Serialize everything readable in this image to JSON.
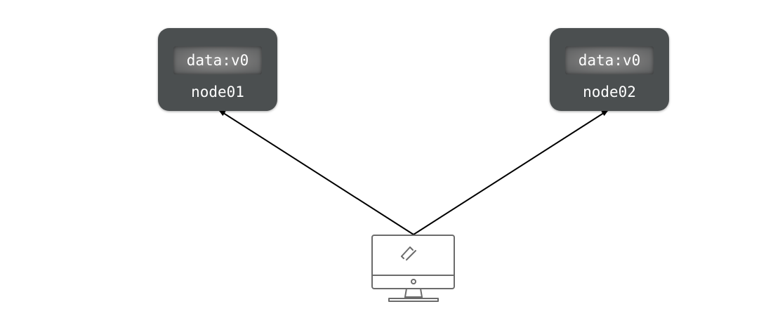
{
  "nodes": [
    {
      "name": "node01",
      "data": "data:v0"
    },
    {
      "name": "node02",
      "data": "data:v0"
    }
  ],
  "client": {
    "icon": "desktop-computer-icon"
  },
  "colors": {
    "node_fill": "#4b4f50",
    "text": "#ffffff",
    "arrow": "#000000",
    "icon_stroke": "#6b6b6b"
  }
}
